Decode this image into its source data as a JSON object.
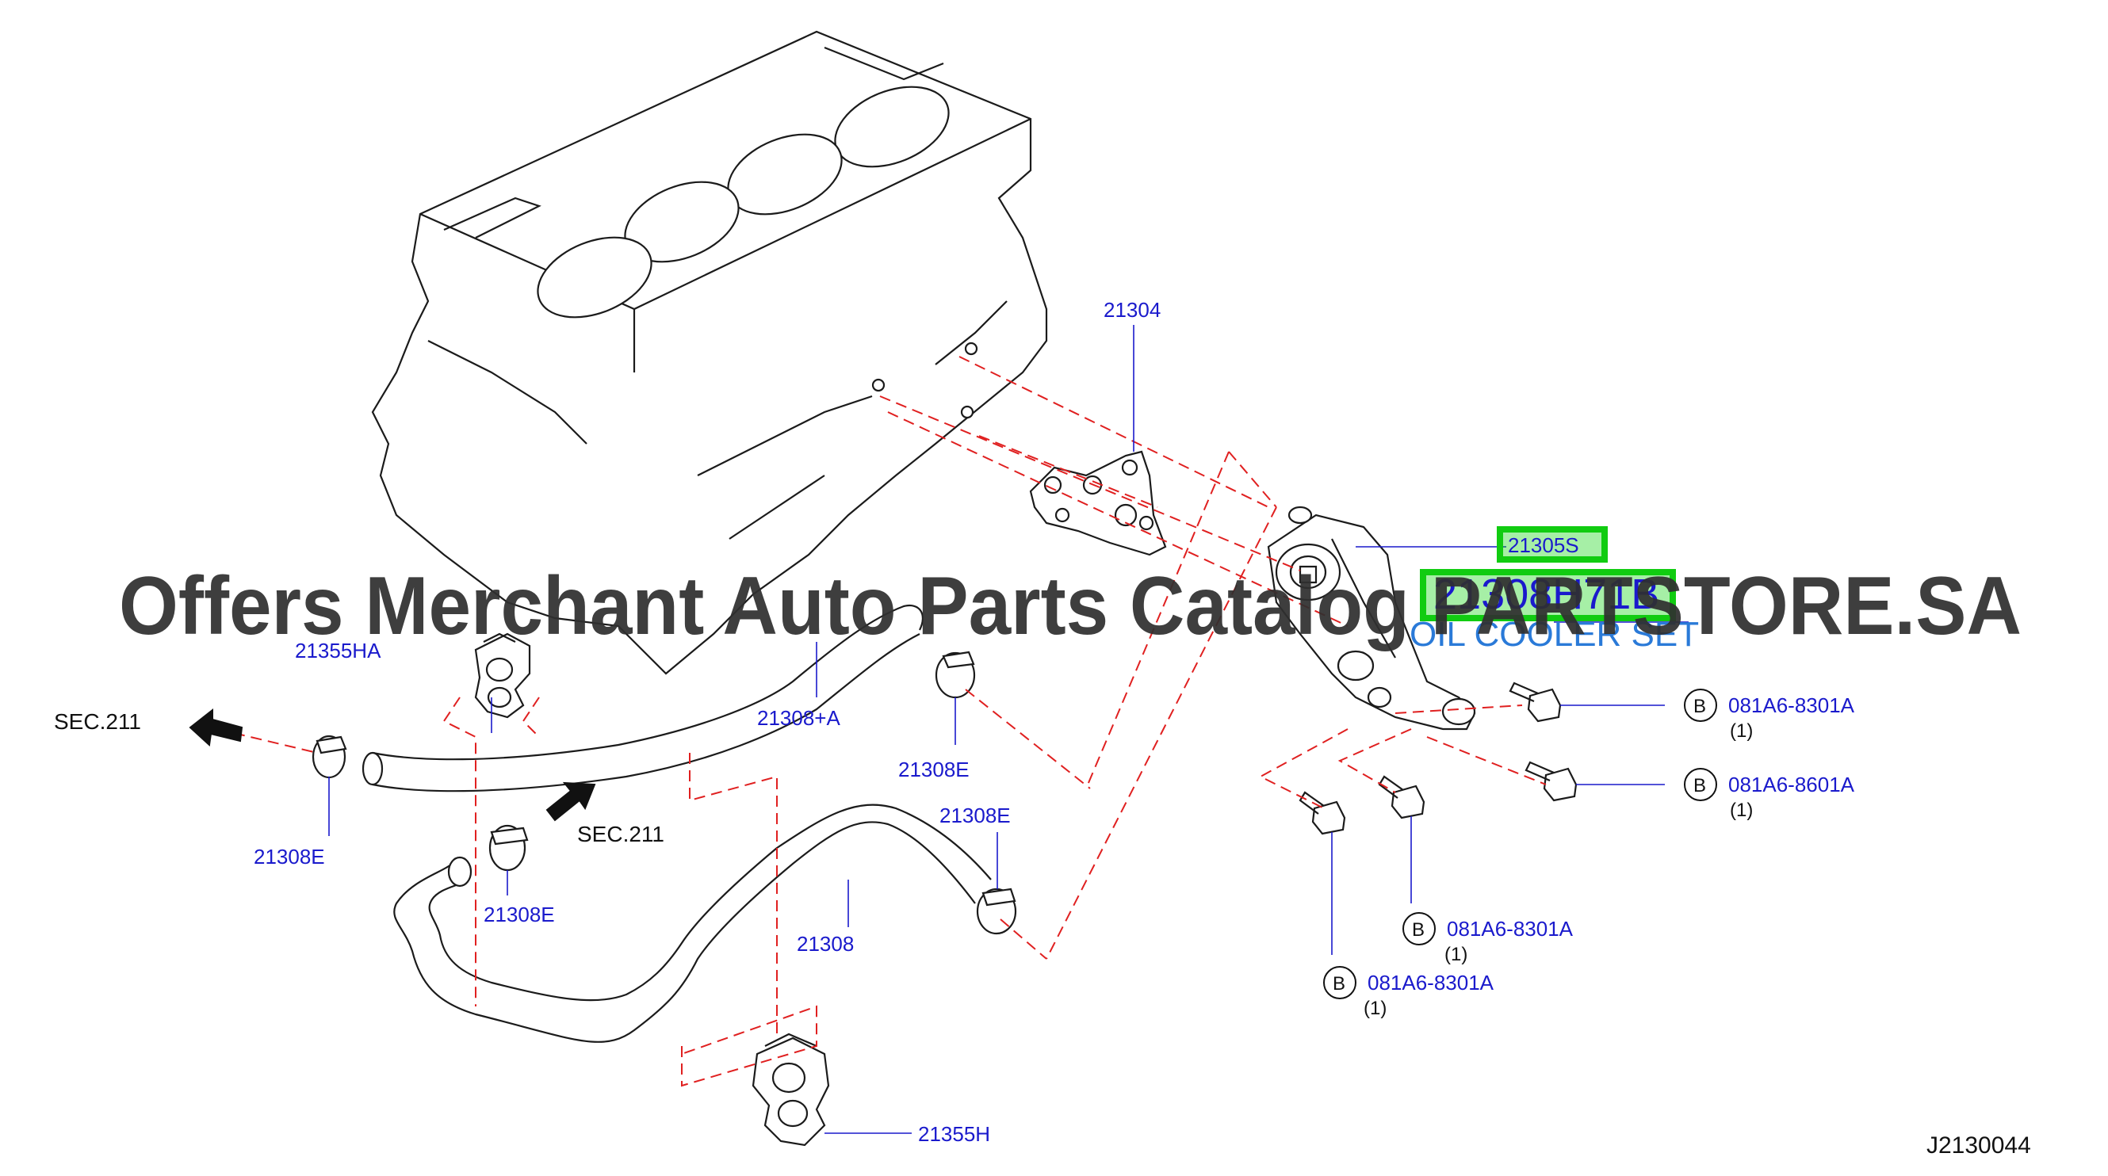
{
  "watermark": "Offers Merchant Auto Parts Catalog PARTSTORE.SA",
  "diagram_id": "J2130044",
  "highlight_color": "#11cc11",
  "labels": {
    "p21304": "21304",
    "p21305S": "21305S",
    "p21308H71B": "21308H71B",
    "oil_cooler_set": "OIL COOLER SET",
    "p21355HA": "21355HA",
    "p21308A": "21308+A",
    "p21308E_a": "21308E",
    "p21308E_b": "21308E",
    "p21308E_c": "21308E",
    "p21308E_d": "21308E",
    "p21308": "21308",
    "p21355H": "21355H",
    "sec211_a": "SEC.211",
    "sec211_b": "SEC.211"
  },
  "bolts": [
    {
      "letter": "B",
      "part": "081A6-8301A",
      "qty": "(1)"
    },
    {
      "letter": "B",
      "part": "081A6-8601A",
      "qty": "(1)"
    },
    {
      "letter": "B",
      "part": "081A6-8301A",
      "qty": "(1)"
    },
    {
      "letter": "B",
      "part": "081A6-8301A",
      "qty": "(1)"
    }
  ]
}
